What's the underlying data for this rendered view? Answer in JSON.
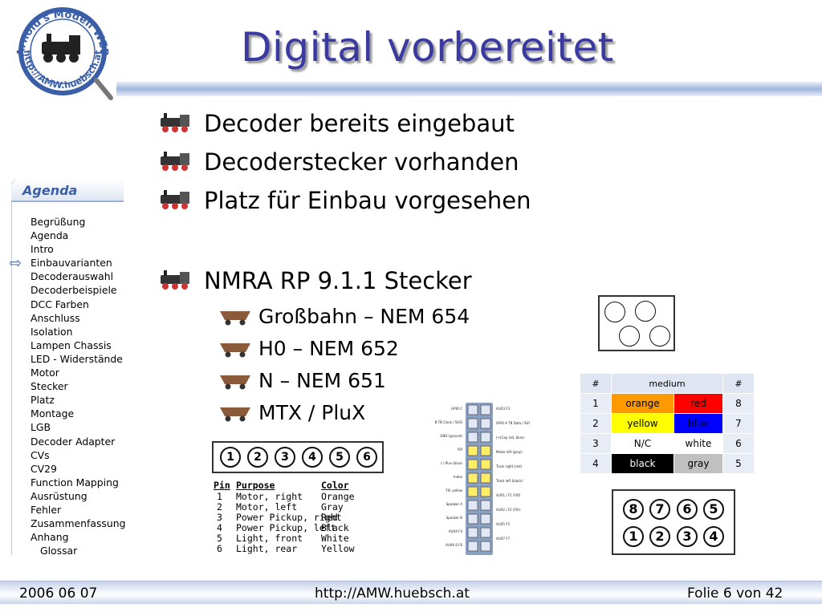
{
  "title": "Digital vorbereitet",
  "logo": {
    "arc_top": "Arnold's Modell WEB",
    "arc_bottom": "http://AMW.huebsch.at"
  },
  "bullets": [
    "Decoder bereits eingebaut",
    "Decoderstecker vorhanden",
    "Platz für Einbau vorgesehen",
    "NMRA RP 9.1.1 Stecker"
  ],
  "sub_bullets": [
    "Großbahn – NEM 654",
    "H0 – NEM 652",
    "N – NEM 651",
    "MTX / PluX"
  ],
  "agenda": {
    "title": "Agenda",
    "items": [
      "Begrüßung",
      "Agenda",
      "Intro",
      "Einbauvarianten",
      "Decoderauswahl",
      "Decoderbeispiele",
      "DCC Farben",
      "Anschluss",
      "Isolation",
      "Lampen Chassis",
      "LED - Widerstände",
      "Motor",
      "Stecker",
      "Platz",
      "Montage",
      "LGB",
      "Decoder Adapter",
      "CVs",
      "CV29",
      "Function Mapping",
      "Ausrüstung",
      "Fehler",
      "Zusammenfassung",
      "Anhang",
      "Glossar"
    ],
    "current": "Einbauvarianten"
  },
  "medium_table": {
    "headers": [
      "#",
      "medium",
      "#"
    ],
    "rows": [
      {
        "l": "1",
        "a": "orange",
        "b": "red",
        "r": "8",
        "ca": "#ff9900",
        "cb": "#ff0000",
        "ta": "#000000",
        "tb": "#000000"
      },
      {
        "l": "2",
        "a": "yellow",
        "b": "blue",
        "r": "7",
        "ca": "#ffff00",
        "cb": "#0000ff",
        "ta": "#000000",
        "tb": "#000000"
      },
      {
        "l": "3",
        "a": "N/C",
        "b": "white",
        "r": "6",
        "ca": "#ffffff",
        "cb": "#ffffff",
        "ta": "#000000",
        "tb": "#000000"
      },
      {
        "l": "4",
        "a": "black",
        "b": "gray",
        "r": "5",
        "ca": "#000000",
        "cb": "#c0c0c0",
        "ta": "#ffffff",
        "tb": "#000000"
      }
    ]
  },
  "six_pin_labels": [
    "1",
    "2",
    "3",
    "4",
    "5",
    "6"
  ],
  "eight_pin_top": [
    "8",
    "7",
    "6",
    "5"
  ],
  "eight_pin_bottom": [
    "1",
    "2",
    "3",
    "4"
  ],
  "pin_table": {
    "headers": [
      "Pin",
      "Purpose",
      "Color"
    ],
    "rows": [
      [
        "1",
        "Motor, right",
        "Orange"
      ],
      [
        "2",
        "Motor, left",
        "Gray"
      ],
      [
        "3",
        "Power Pickup, right",
        "Red"
      ],
      [
        "4",
        "Power Pickup, left",
        "Black"
      ],
      [
        "5",
        "Light, front",
        "White"
      ],
      [
        "6",
        "Light, rear",
        "Yellow"
      ]
    ]
  },
  "plux_labels": {
    "left": [
      "GPIO C",
      "GPIO B TB Clock / SUSI",
      "GND (ground)",
      "F0f",
      "(-) Plus (blue)",
      "Index",
      "F0r yellow",
      "Speaker A",
      "Speaker B",
      "AUX4 F4",
      "AUX6 6 F6"
    ],
    "right": [
      "AUX3 F3",
      "GPIO A TB Data / SUSI",
      "(+)Cap (alt. blue)",
      "Motor left (gray)",
      "Track right (red)",
      "Track left (black)",
      "AUX1 / F1 (F0f)",
      "AUX2 / F2 (F0r)",
      "AUX5 F5",
      "AUX7 F7"
    ]
  },
  "footer": {
    "date": "2006 06 07",
    "url": "http://AMW.huebsch.at",
    "slide": "Folie 6 von  42"
  }
}
